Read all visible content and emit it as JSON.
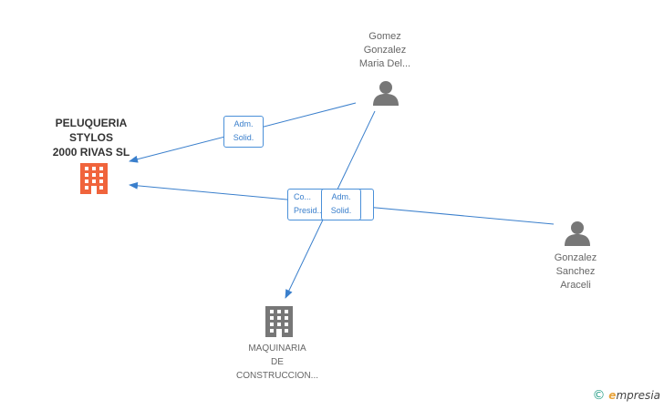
{
  "nodes": {
    "peluqueria": {
      "label": "PELUQUERIA\nSTYLOS\n2000 RIVAS SL",
      "type": "company",
      "color": "#f0643c"
    },
    "gomez": {
      "label": "Gomez\nGonzalez\nMaria Del...",
      "type": "person",
      "color": "#777777"
    },
    "gonzalez": {
      "label": "Gonzalez\nSanchez\nAraceli",
      "type": "person",
      "color": "#777777"
    },
    "maquinaria": {
      "label": "MAQUINARIA\nDE\nCONSTRUCCION...",
      "type": "company",
      "color": "#777777"
    }
  },
  "edges": {
    "gomez_to_peluqueria": {
      "label": "Adm.\nSolid."
    },
    "gonzalez_to_peluqueria": {
      "label": "Co...\nPresid..."
    },
    "gomez_to_maquinaria": {
      "label": "Adm.\nSolid."
    }
  },
  "brand": {
    "copyright": "©",
    "initial": "e",
    "rest": "mpresia"
  },
  "colors": {
    "edge": "#3a7fcc",
    "edge_border": "#4a90d9"
  }
}
